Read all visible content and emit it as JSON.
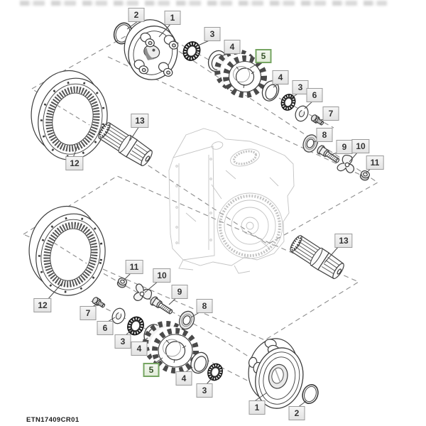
{
  "page": {
    "drawing_code": "ETN17409CR01",
    "background": "#ffffff"
  },
  "colors": {
    "callout_bg": "#ededed",
    "callout_border": "#9a9a9a",
    "callout_text": "#333333",
    "highlight_border": "#76a562",
    "highlight_bg": "#e9f1e3",
    "part_line": "#3c3c3c",
    "ghost_line": "#bdbdbd",
    "dash_line": "#8c8c8c",
    "leader_line": "#4a4a4a"
  },
  "callouts": [
    {
      "number": "2"
    },
    {
      "number": "1"
    },
    {
      "number": "3"
    },
    {
      "number": "4"
    },
    {
      "number": "5",
      "highlighted": true
    },
    {
      "number": "4"
    },
    {
      "number": "3"
    },
    {
      "number": "6"
    },
    {
      "number": "7"
    },
    {
      "number": "8"
    },
    {
      "number": "9"
    },
    {
      "number": "10"
    },
    {
      "number": "11"
    },
    {
      "number": "13"
    },
    {
      "number": "12"
    },
    {
      "number": "12"
    },
    {
      "number": "11"
    },
    {
      "number": "10"
    },
    {
      "number": "9"
    },
    {
      "number": "8"
    },
    {
      "number": "7"
    },
    {
      "number": "6"
    },
    {
      "number": "3"
    },
    {
      "number": "4"
    },
    {
      "number": "5",
      "highlighted": true
    },
    {
      "number": "4"
    },
    {
      "number": "3"
    },
    {
      "number": "13"
    },
    {
      "number": "1"
    },
    {
      "number": "2"
    }
  ]
}
